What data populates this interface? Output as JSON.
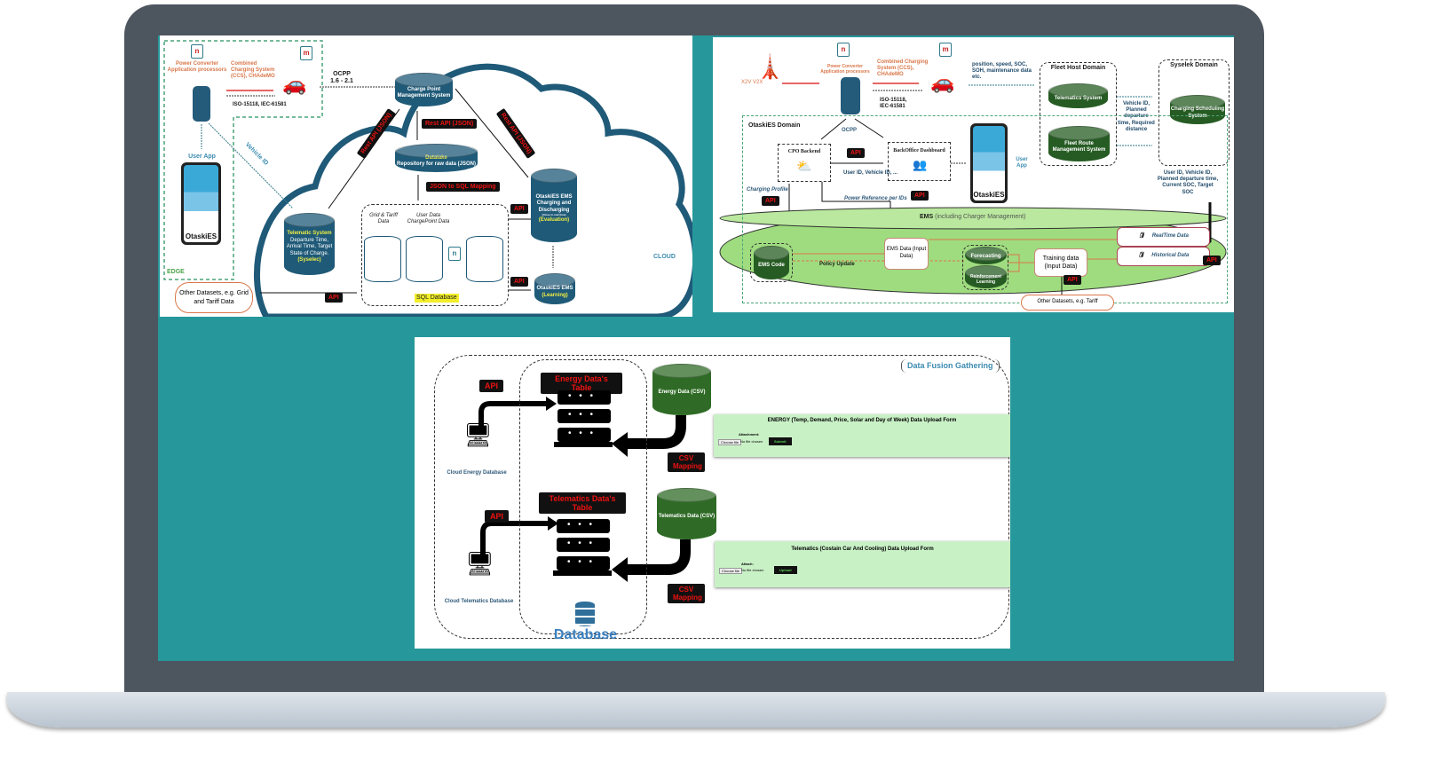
{
  "colors": {
    "bezel": "#4d555f",
    "screen": "#26989b",
    "cloud_outline": "#1f5a78",
    "db_green": "#2f6b26",
    "api_label_text": "#e11111",
    "accent_orange": "#d9774a"
  },
  "panel1": {
    "n": "n",
    "m": "m",
    "power_converter": "Power Converter Application processors",
    "ccs": "Combined Charging System (CCS), CHAdeMO",
    "iso": "ISO-15118, IEC-61581",
    "ocpp": "OCPP 1.6 - 2.1",
    "user_app": "User App",
    "vehicle_id": "Vehicle ID",
    "edge": "EDGE",
    "cloud": "CLOUD",
    "cpms": "Charge Point Management System",
    "rest_api": "Rest API (JSON)",
    "datalake_title": "Datalake",
    "datalake_sub": "Repository for raw data (JSON)",
    "json_sql": "JSON to SQL Mapping",
    "telematic_title": "Telematic System",
    "telematic_body": "Departure Time, Arrival Time, Target State of Charge.",
    "telematic_owner": "(Syselec)",
    "grid_tariff": "Grid & Tariff Data",
    "user_data": "User Data ChargePoint Data",
    "n_db": "n",
    "sql_db": "SQL Database",
    "ems_eval": "OtaskiES EMS Charging and Discharging",
    "ems_eval_note": "(Close to real time)",
    "ems_eval_tag": "(Evaluation)",
    "ems_learn": "OtaskiES EMS",
    "ems_learn_tag": "(Learning)",
    "api": "API",
    "other_datasets": "Other Datasets, e.g. Grid and Tariff Data",
    "app_brand": "OtaskiES"
  },
  "panel2": {
    "x2v": "X2V V2X",
    "n": "n",
    "m": "m",
    "power_converter": "Power Converter Application processors",
    "ccs": "Combined Charging System (CCS), CHAdeMO",
    "iso": "ISO-15118, IEC-61581",
    "vehicle_data": "position, speed, SOC, SOH, maintenance data etc.",
    "fleet_host": "Fleet Host Domain",
    "telematics_system": "Telematics System",
    "fleet_route": "Fleet Route Management System",
    "vehicle_info": "Vehicle ID, Planned departure time, Required distance",
    "syselek": "Syselek Domain",
    "charging_scheduling": "Charging Scheduling System",
    "user_info": "User ID, Vehicle ID, Planned departure time, Current SOC, Target SOC",
    "domain": "OtaskiES Domain",
    "ocpp": "OCPP",
    "cpo": "CPO Backend",
    "backoffice": "BackOffice Dashboard",
    "api": "API",
    "user_ids": "User ID, Vehicle ID, ...",
    "user_app": "User App",
    "charging_profile": "Charging Profile",
    "power_ref": "Power Reference per IDs",
    "ems_title": "EMS",
    "ems_sub": "(including Charger Management)",
    "ems_code": "EMS Code",
    "ems_data": "EMS Data (Input Data)",
    "policy_update": "Policy Update",
    "forecasting": "Forecasting",
    "rl": "Reinforcement Learning",
    "training": "Training data (Input Data)",
    "realtime": "RealTime Data",
    "historical": "Historical Data",
    "other_datasets": "Other Datasets, e.g. Tariff",
    "app_brand": "OtaskiES"
  },
  "panel3": {
    "api": "API",
    "energy_table": "Energy Data's Table",
    "energy_csv": "Energy Data (CSV)",
    "fusion": "Data Fusion Gathering",
    "cloud_energy": "Cloud Energy Database",
    "csv_mapping": "CSV Mapping",
    "energy_form_title": "ENERGY (Temp, Demand, Price, Solar and Day of Week) Data Upload Form",
    "energy_form_label": "Attachment:",
    "choose_file": "Choose file",
    "no_file": "No file chosen",
    "submit": "Submit",
    "telematics_table": "Telematics Data's Table",
    "telematics_csv": "Telematics Data (CSV)",
    "cloud_telematics": "Cloud Telematics Database",
    "tel_form_title": "Telematics (Costain Car And Cooling) Data Upload Form",
    "tel_form_label": "Attach:",
    "upload": "Upload",
    "database": "Database",
    "server_dots": "• • •"
  }
}
